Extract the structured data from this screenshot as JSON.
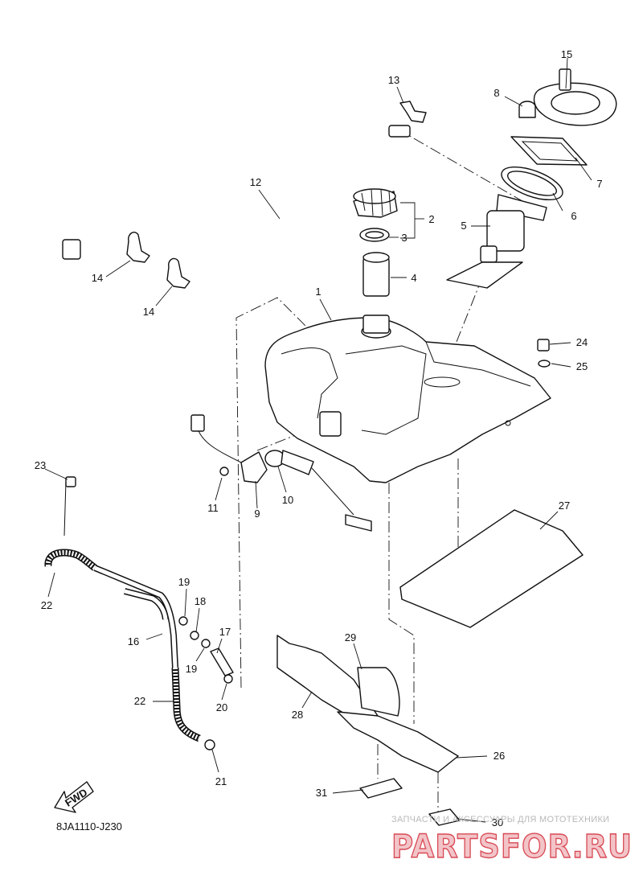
{
  "diagram": {
    "callouts": [
      {
        "id": "1",
        "label": "1"
      },
      {
        "id": "2",
        "label": "2"
      },
      {
        "id": "3",
        "label": "3"
      },
      {
        "id": "4",
        "label": "4"
      },
      {
        "id": "5",
        "label": "5"
      },
      {
        "id": "6",
        "label": "6"
      },
      {
        "id": "7",
        "label": "7"
      },
      {
        "id": "8",
        "label": "8"
      },
      {
        "id": "9",
        "label": "9"
      },
      {
        "id": "10",
        "label": "10"
      },
      {
        "id": "11",
        "label": "11"
      },
      {
        "id": "12",
        "label": "12"
      },
      {
        "id": "13",
        "label": "13"
      },
      {
        "id": "14a",
        "label": "14"
      },
      {
        "id": "14b",
        "label": "14"
      },
      {
        "id": "15",
        "label": "15"
      },
      {
        "id": "16",
        "label": "16"
      },
      {
        "id": "17",
        "label": "17"
      },
      {
        "id": "18",
        "label": "18"
      },
      {
        "id": "19a",
        "label": "19"
      },
      {
        "id": "19b",
        "label": "19"
      },
      {
        "id": "20",
        "label": "20"
      },
      {
        "id": "21",
        "label": "21"
      },
      {
        "id": "22a",
        "label": "22"
      },
      {
        "id": "22b",
        "label": "22"
      },
      {
        "id": "23",
        "label": "23"
      },
      {
        "id": "24",
        "label": "24"
      },
      {
        "id": "25",
        "label": "25"
      },
      {
        "id": "26",
        "label": "26"
      },
      {
        "id": "27",
        "label": "27"
      },
      {
        "id": "28",
        "label": "28"
      },
      {
        "id": "29",
        "label": "29"
      },
      {
        "id": "30",
        "label": "30"
      },
      {
        "id": "31",
        "label": "31"
      }
    ],
    "fwd_label": "FWD",
    "diagram_code": "8JA1110-J230"
  },
  "watermark": {
    "tagline": "ЗАПЧАСТИ И АКСЕССУАРЫ ДЛЯ МОТОТЕХНИКИ",
    "brand": "PARTSFOR.RU",
    "colors": {
      "fill": "#f2c4c8",
      "stroke": "#d84a55",
      "tagline": "#b9b9b9"
    }
  }
}
